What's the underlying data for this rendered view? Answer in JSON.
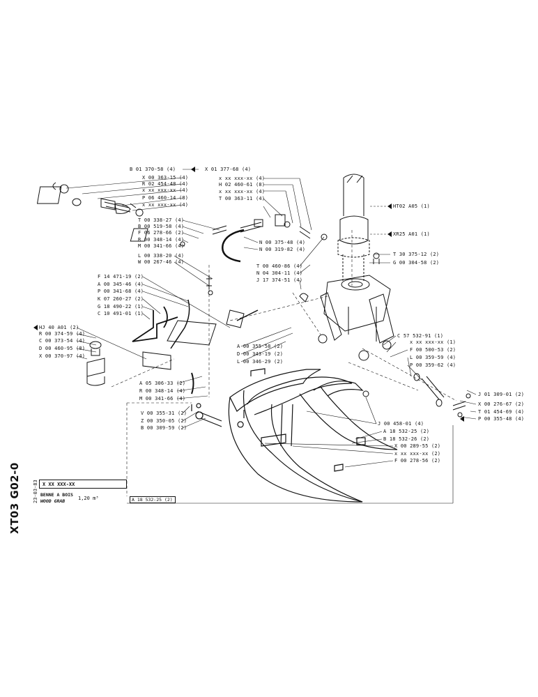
{
  "sheet": {
    "code": "XT03 G02-0",
    "date": "23-03-83",
    "part_number": "X XX XXX-XX",
    "name_fr": "BENNE A BOIS",
    "name_en": "WOOD GRAB",
    "capacity": "1,20 m³",
    "bottom_ref": "A 18 532-25 (2)"
  },
  "labels": [
    {
      "text": "B 01 370-58 (4)"
    },
    {
      "text": "X 01 377-68 (4)"
    },
    {
      "text": "X 00 363-15 (4)"
    },
    {
      "text": "R 02 454-48 (4)"
    },
    {
      "text": "x xx xxx-xx (4)"
    },
    {
      "text": "P 06 460-14 (8)"
    },
    {
      "text": "x xx xxx-xx (4)"
    },
    {
      "text": "x xx xxx-xx (4)"
    },
    {
      "text": "H 02 460-61 (8)"
    },
    {
      "text": "x xx xxx-xx (4)"
    },
    {
      "text": "T 00 363-11 (4)"
    },
    {
      "text": "T 00 338-27 (4)"
    },
    {
      "text": "B 00 519-58 (4)"
    },
    {
      "text": "F 06 278-66 (2)"
    },
    {
      "text": "R 00 348-14 (4)"
    },
    {
      "text": "M 00 341-66 (4)"
    },
    {
      "text": "L 00 338-20 (4)"
    },
    {
      "text": "W 00 267-46 (4)"
    },
    {
      "text": "N 00 375-48 (4)"
    },
    {
      "text": "N 00 319-82 (4)"
    },
    {
      "text": "T 00 460-86 (4)"
    },
    {
      "text": "N 04 304-11 (4)"
    },
    {
      "text": "J 17 374-51 (4)"
    },
    {
      "text": "HT02 A05 (1)"
    },
    {
      "text": "XR25 A01 (1)"
    },
    {
      "text": "T 30 375-12 (2)"
    },
    {
      "text": "G 00 304-58 (2)"
    },
    {
      "text": "F 14 471-19 (2)"
    },
    {
      "text": "A 00 345-46 (4)"
    },
    {
      "text": "P 00 341-68 (4)"
    },
    {
      "text": "K 07 260-27 (2)"
    },
    {
      "text": "G 18 490-22 (1)"
    },
    {
      "text": "C 10 491-01 (1)"
    },
    {
      "text": "HJ 40 A01 (2)"
    },
    {
      "text": "R 00 374-59 (4)"
    },
    {
      "text": "C 00 373-54 (4)"
    },
    {
      "text": "D 00 460-95 (8)"
    },
    {
      "text": "X 00 370-97 (4)"
    },
    {
      "text": "A 00 355-58 (2)"
    },
    {
      "text": "D 00 343-19 (2)"
    },
    {
      "text": "L 00 346-29 (2)"
    },
    {
      "text": "C 57 532-91 (1)"
    },
    {
      "text": "x xx xxx-xx (1)"
    },
    {
      "text": "F 00 500-53 (2)"
    },
    {
      "text": "L 00 359-59 (4)"
    },
    {
      "text": "P 00 359-62 (4)"
    },
    {
      "text": "A 05 306-33 (2)"
    },
    {
      "text": "R 00 348-14 (4)"
    },
    {
      "text": "M 00 341-66 (4)"
    },
    {
      "text": "V 00 355-31 (2)"
    },
    {
      "text": "Z 00 350-05 (2)"
    },
    {
      "text": "B 00 309-59 (2)"
    },
    {
      "text": "J 01 309-01 (2)"
    },
    {
      "text": "X 00 276-67 (2)"
    },
    {
      "text": "T 01 454-69 (4)"
    },
    {
      "text": "P 00 355-48 (4)"
    },
    {
      "text": "J 00 458-01 (4)"
    },
    {
      "text": "A 18 532-25 (2)"
    },
    {
      "text": "B 18 532-26 (2)"
    },
    {
      "text": "X 00 289-55 (2)"
    },
    {
      "text": "x xx xxx-xx (2)"
    },
    {
      "text": "F 00 278-56 (2)"
    }
  ],
  "colors": {
    "ink": "#111111",
    "paper": "#ffffff"
  }
}
